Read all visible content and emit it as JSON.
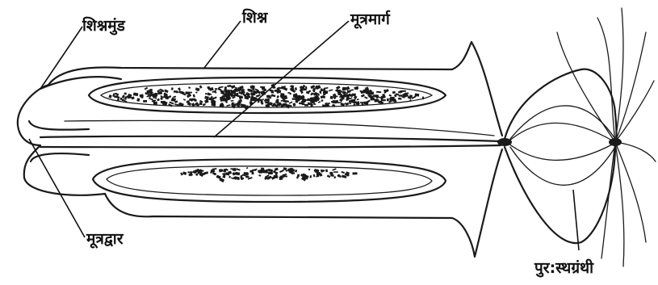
{
  "labels": {
    "glans": "शिश्नमुंड",
    "penis": "शिश्न",
    "urethra": "मूत्रमार्ग",
    "urethral_opening": "मूत्रद्वार",
    "prostate": "पुर:स्थग्रंथी"
  }
}
